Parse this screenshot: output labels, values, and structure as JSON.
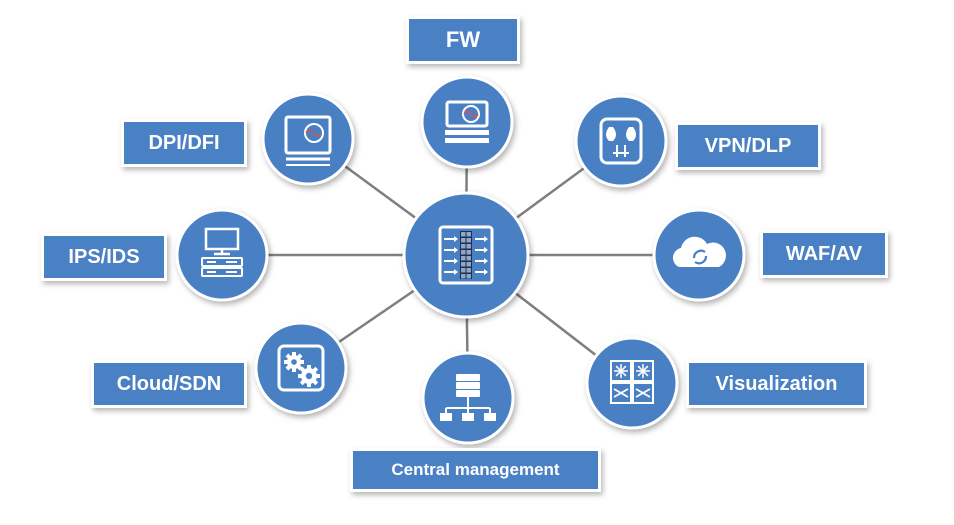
{
  "diagram": {
    "center": {
      "name": "center-firewall-hub",
      "icon": "firewall-filter-icon"
    },
    "nodes": [
      {
        "id": "fw",
        "label": "FW",
        "icon": "monitor-rack-icon"
      },
      {
        "id": "vpn",
        "label": "VPN/DLP",
        "icon": "keys-lock-icon"
      },
      {
        "id": "waf",
        "label": "WAF/AV",
        "icon": "cloud-sync-icon"
      },
      {
        "id": "vis",
        "label": "Visualization",
        "icon": "switch-grid-icon"
      },
      {
        "id": "central",
        "label": "Central management",
        "icon": "server-network-icon"
      },
      {
        "id": "cloud",
        "label": "Cloud/SDN",
        "icon": "gears-icon"
      },
      {
        "id": "ips",
        "label": "IPS/IDS",
        "icon": "computer-server-icon"
      },
      {
        "id": "dpi",
        "label": "DPI/DFI",
        "icon": "monitor-device-icon"
      }
    ],
    "colors": {
      "node_fill": "#4a80c4",
      "node_icon": "#ffffff",
      "label_fill": "#4a80c4",
      "label_text": "#ffffff",
      "connector": "#7f7f7f"
    }
  }
}
